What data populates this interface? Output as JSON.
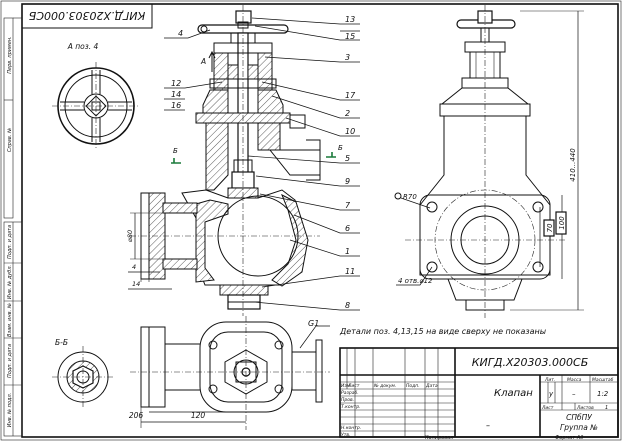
{
  "doc_code": "КИГД.Х20303.000СБ",
  "doc_code_rotated": "КИГД.Х20303.000СБ",
  "view_a_label": "А поз. 4",
  "section_label": "Б-Б",
  "section_mark": "Б",
  "arrow_a": "А",
  "weld_mark": "G1",
  "note": "Детали поз. 4,13,15  на виде сверху не показаны",
  "dims": {
    "d80": "⌀80",
    "d4": "4",
    "d14": "14",
    "d120": "120",
    "d206": "206",
    "r70": "R70",
    "d70": "70",
    "d100": "100",
    "holes": "4 отв.⌀12",
    "height": "410...440"
  },
  "positions": [
    "4",
    "13",
    "15",
    "3",
    "12",
    "14",
    "16",
    "17",
    "2",
    "10",
    "5",
    "9",
    "7",
    "6",
    "1",
    "11",
    "8"
  ],
  "left_margin_labels": [
    "Перв. примен.",
    "Справ. №",
    "Подп. и дата",
    "Инв. № дубл.",
    "Взам. инв. №",
    "Подп. и дата",
    "Инв. № подл."
  ],
  "title_block": {
    "code": "КИГД.Х20303.000СБ",
    "name": "Клапан",
    "col_headers": [
      "Изм",
      "Лист",
      "№ докум.",
      "Подп.",
      "Дата"
    ],
    "roles": [
      "Разраб.",
      "Пров.",
      "Т.контр.",
      "Н.контр.",
      "Утв."
    ],
    "lit_label": "Лит.",
    "mass_label": "Масса",
    "scale_label": "Масштаб",
    "lit_value": "у",
    "mass_value": "–",
    "scale_value": "1:2",
    "sheet_label": "Лист",
    "sheets_label": "Листов",
    "sheets_value": "1",
    "org_line1": "СПбПУ",
    "org_line2": "Группа №",
    "dash": "–",
    "copied": "Копировал",
    "format": "Формат  А3"
  }
}
